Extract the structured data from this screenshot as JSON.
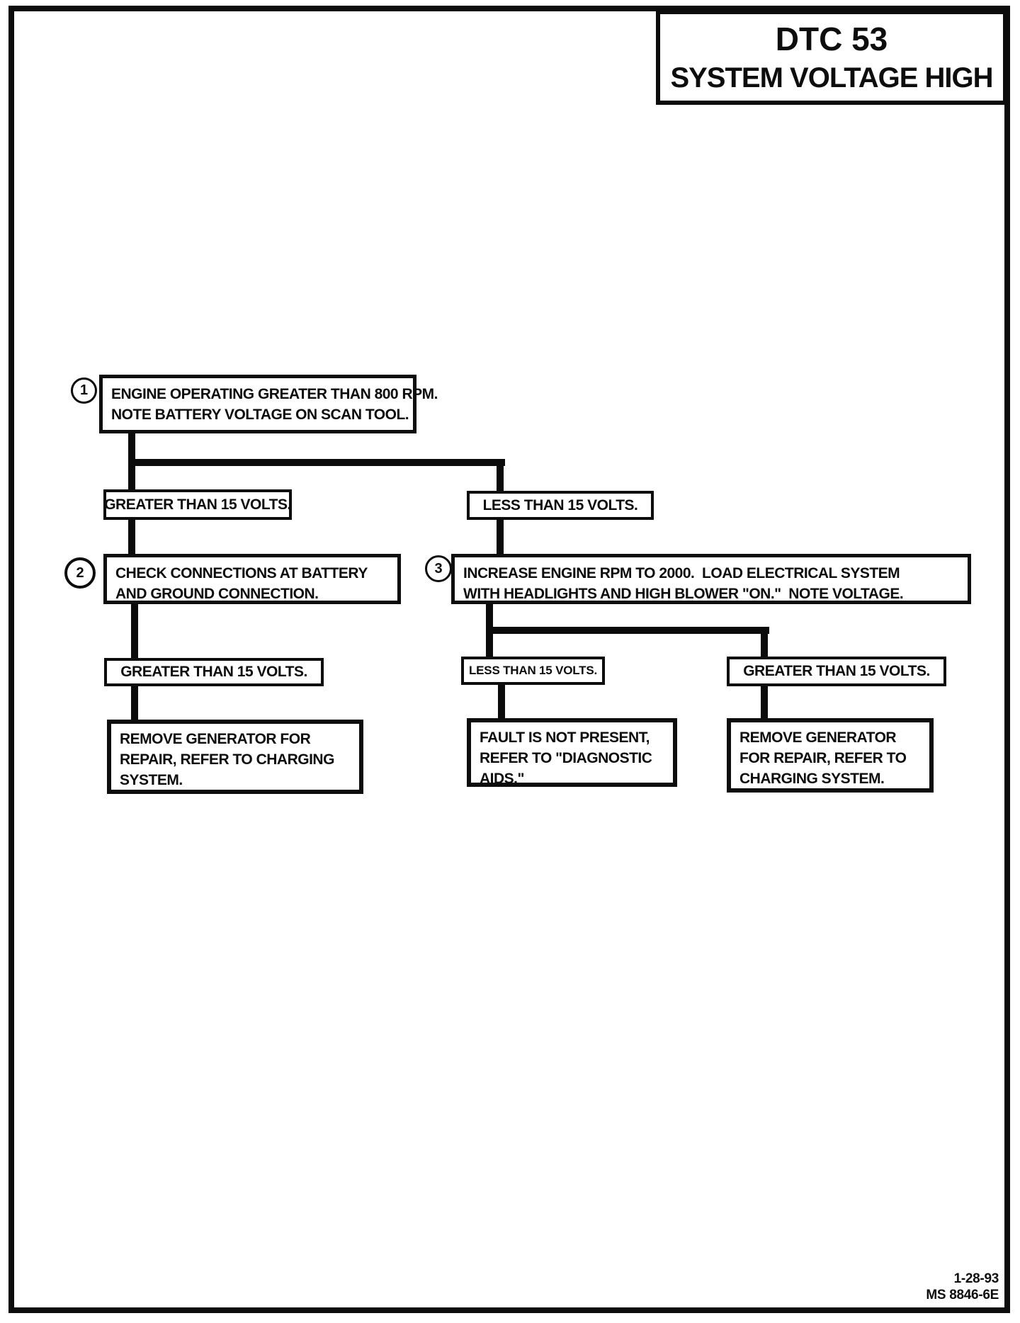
{
  "title": {
    "code": "DTC 53",
    "name": "SYSTEM VOLTAGE HIGH"
  },
  "nodes": {
    "step1": {
      "number": "1",
      "line1": "ENGINE OPERATING GREATER THAN 800 RPM.",
      "line2": "NOTE BATTERY VOLTAGE ON SCAN TOOL."
    },
    "greater15_a": {
      "label": "GREATER THAN 15 VOLTS."
    },
    "less15_a": {
      "label": "LESS THAN 15 VOLTS."
    },
    "step2": {
      "number": "2",
      "line1": "CHECK CONNECTIONS AT BATTERY",
      "line2": "AND GROUND CONNECTION."
    },
    "step3": {
      "number": "3",
      "line1": "INCREASE ENGINE RPM TO 2000.  LOAD ELECTRICAL SYSTEM",
      "line2": "WITH HEADLIGHTS AND HIGH BLOWER \"ON.\"  NOTE VOLTAGE."
    },
    "greater15_b": {
      "label": "GREATER THAN 15 VOLTS."
    },
    "less15_b": {
      "label": "LESS THAN 15 VOLTS."
    },
    "greater15_c": {
      "label": "GREATER THAN 15 VOLTS."
    },
    "remove_generator_left": {
      "line1": "REMOVE GENERATOR FOR",
      "line2": "REPAIR, REFER TO CHARGING",
      "line3": "SYSTEM."
    },
    "fault_not_present": {
      "line1": "FAULT IS NOT PRESENT,",
      "line2": "REFER TO \"DIAGNOSTIC",
      "line3": "AIDS.\""
    },
    "remove_generator_right": {
      "line1": "REMOVE GENERATOR",
      "line2": "FOR REPAIR, REFER TO",
      "line3": "CHARGING SYSTEM."
    }
  },
  "footer": {
    "date": "1-28-93",
    "doc_id": "MS 8846-6E"
  },
  "colors": {
    "ink": "#0d0d0d",
    "paper": "#ffffff"
  }
}
